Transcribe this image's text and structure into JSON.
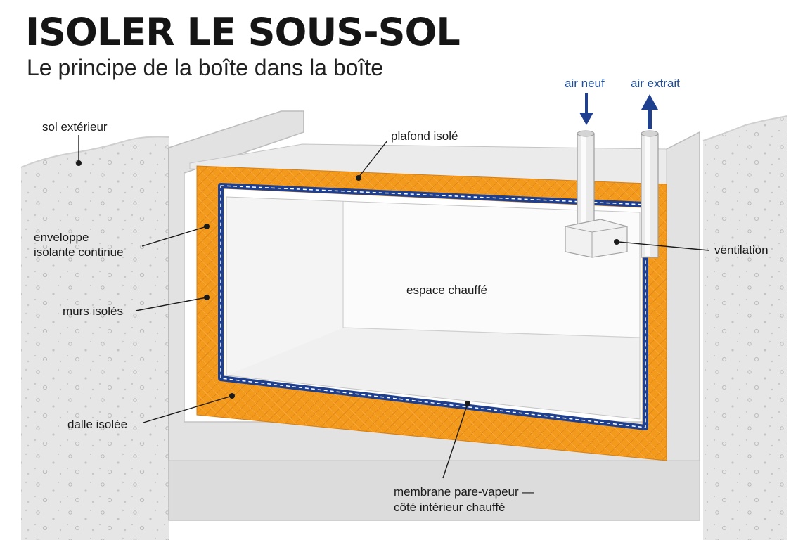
{
  "title": "ISOLER LE SOUS-SOL",
  "subtitle": "Le principe de la boîte dans la boîte",
  "labels": {
    "sol_exterieur": "sol extérieur",
    "plafond_isole": "plafond isolé",
    "air_neuf": "air neuf",
    "air_extrait": "air extrait",
    "enveloppe_line1": "enveloppe",
    "enveloppe_line2": "isolante continue",
    "ventilation": "ventilation",
    "espace_chauffe": "espace chauffé",
    "murs_isoles": "murs isolés",
    "dalle_isolee": "dalle isolée",
    "membrane_line1": "membrane pare-vapeur —",
    "membrane_line2": "côté intérieur chauffé"
  },
  "colors": {
    "insulation": "#f39a1d",
    "membrane": "#1f3f8f",
    "concrete": "#e4e4e4",
    "arrow": "#1f3f8f",
    "arrow_label": "#1f4e9a",
    "text": "#1a1a1a"
  }
}
